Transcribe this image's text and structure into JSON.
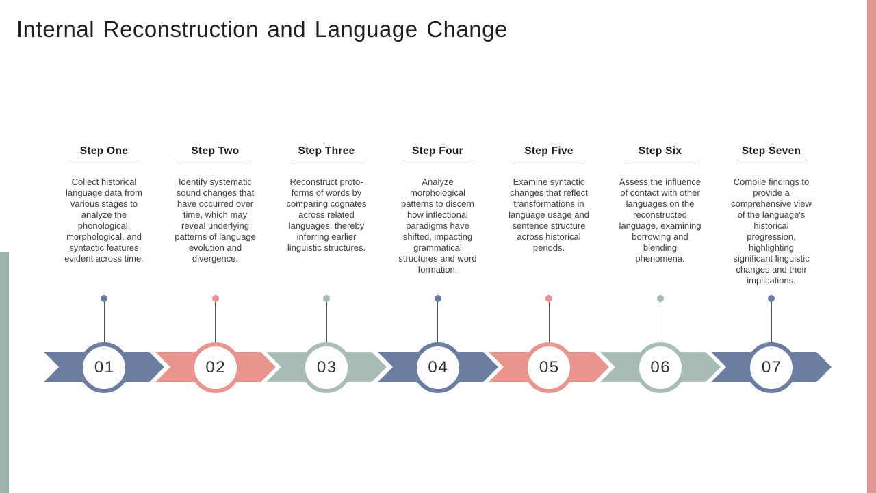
{
  "title": "Internal Reconstruction and Language Change",
  "accent": {
    "left_bar_color": "#9cb4ae",
    "right_bar_color": "#e59792",
    "connector_line_color": "#4a5366",
    "underline_color": "#595959"
  },
  "steps": [
    {
      "label": "Step One",
      "number": "01",
      "color": "#6b7da3",
      "description": "Collect historical language data from various stages to analyze the phonological, morphological, and syntactic features evident across time."
    },
    {
      "label": "Step Two",
      "number": "02",
      "color": "#e9948d",
      "description": "Identify systematic sound changes that have occurred over time, which may reveal underlying patterns of language evolution and divergence."
    },
    {
      "label": "Step Three",
      "number": "03",
      "color": "#a7bcb6",
      "description": "Reconstruct proto-forms of words by comparing cognates across related languages, thereby inferring earlier linguistic structures."
    },
    {
      "label": "Step Four",
      "number": "04",
      "color": "#6b7da3",
      "description": "Analyze morphological patterns to discern how inflectional paradigms have shifted, impacting grammatical structures and word formation."
    },
    {
      "label": "Step Five",
      "number": "05",
      "color": "#e9948d",
      "description": "Examine syntactic changes that reflect transformations in language usage and sentence structure across historical periods."
    },
    {
      "label": "Step Six",
      "number": "06",
      "color": "#a7bcb6",
      "description": "Assess the influence of contact with other languages on the reconstructed language, examining borrowing and blending phenomena."
    },
    {
      "label": "Step Seven",
      "number": "07",
      "color": "#6b7da3",
      "description": "Compile findings to provide a comprehensive view of the language's historical progression, highlighting significant linguistic changes and their implications."
    }
  ]
}
